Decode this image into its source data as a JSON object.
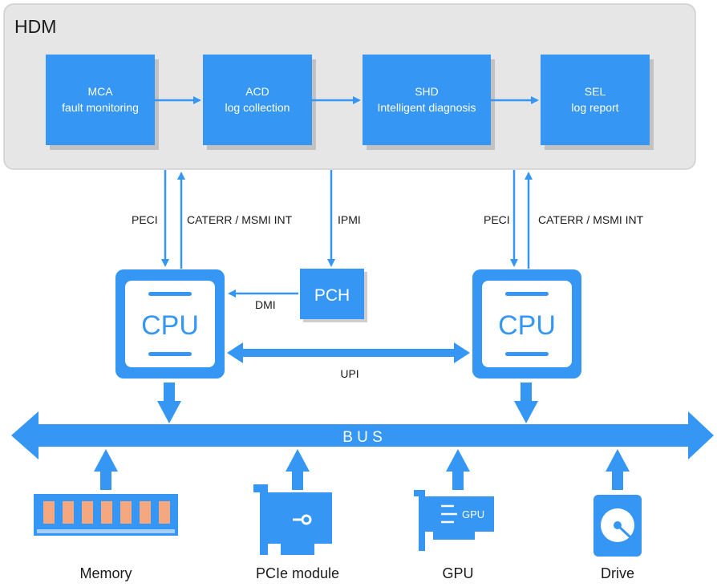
{
  "hdm": {
    "title": "HDM"
  },
  "stages": [
    {
      "line1": "MCA",
      "line2": "fault monitoring"
    },
    {
      "line1": "ACD",
      "line2": "log collection"
    },
    {
      "line1": "SHD",
      "line2": "Intelligent diagnosis"
    },
    {
      "line1": "SEL",
      "line2": "log report"
    }
  ],
  "links": {
    "peci_left": "PECI",
    "caterr_left": "CATERR / MSMI INT",
    "ipmi": "IPMI",
    "peci_right": "PECI",
    "caterr_right": "CATERR / MSMI INT",
    "dmi": "DMI",
    "upi": "UPI"
  },
  "pch": {
    "label": "PCH"
  },
  "cpus": [
    {
      "label": "CPU"
    },
    {
      "label": "CPU"
    }
  ],
  "bus": {
    "label": "B U S"
  },
  "devices": [
    {
      "label": "Memory",
      "icon": "memory-icon"
    },
    {
      "label": "PCIe module",
      "icon": "pcie-card-icon"
    },
    {
      "label": "GPU",
      "icon": "gpu-card-icon",
      "badge": "GPU"
    },
    {
      "label": "Drive",
      "icon": "drive-icon"
    }
  ],
  "colors": {
    "accent": "#3596F4",
    "hdm_bg": "#E6E6E6",
    "hdm_border": "#CFCFCF",
    "text": "#1A1A1A"
  }
}
